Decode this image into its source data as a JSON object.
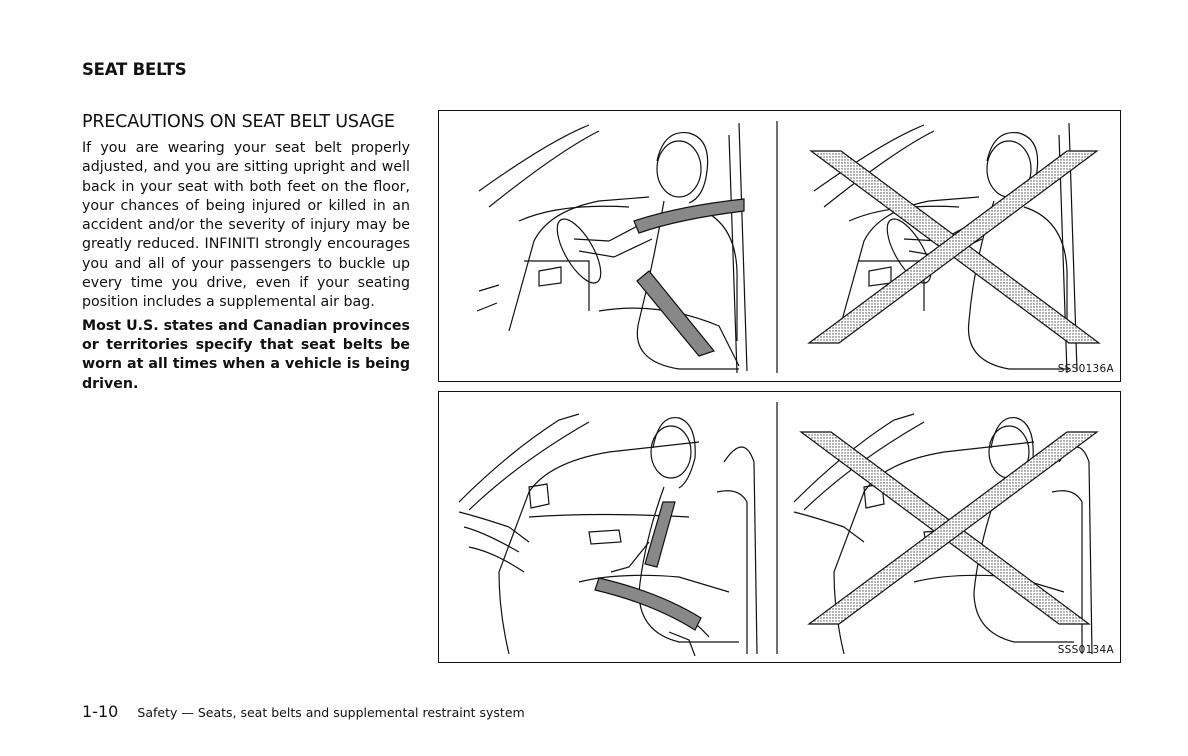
{
  "header": {
    "section_title": "SEAT BELTS"
  },
  "content": {
    "subtitle": "PRECAUTIONS ON SEAT BELT USAGE",
    "paragraph1": "If you are wearing your seat belt properly adjusted, and you are sitting upright and well back in your seat with both feet on the floor, your chances of being injured or killed in an accident and/or the severity of injury may be greatly reduced. INFINITI strongly encourages you and all of your passengers to buckle up every time you drive, even if your seating position in­cludes a supplemental air bag.",
    "paragraph2": "Most U.S. states and Canadian provinces or territories specify that seat belts be worn at all times when a vehicle is being driven."
  },
  "figures": [
    {
      "code": "SSS0136A"
    },
    {
      "code": "SSS0134A"
    }
  ],
  "footer": {
    "page_number": "1-10",
    "text": "Safety — Seats, seat belts and supplemental restraint system"
  }
}
